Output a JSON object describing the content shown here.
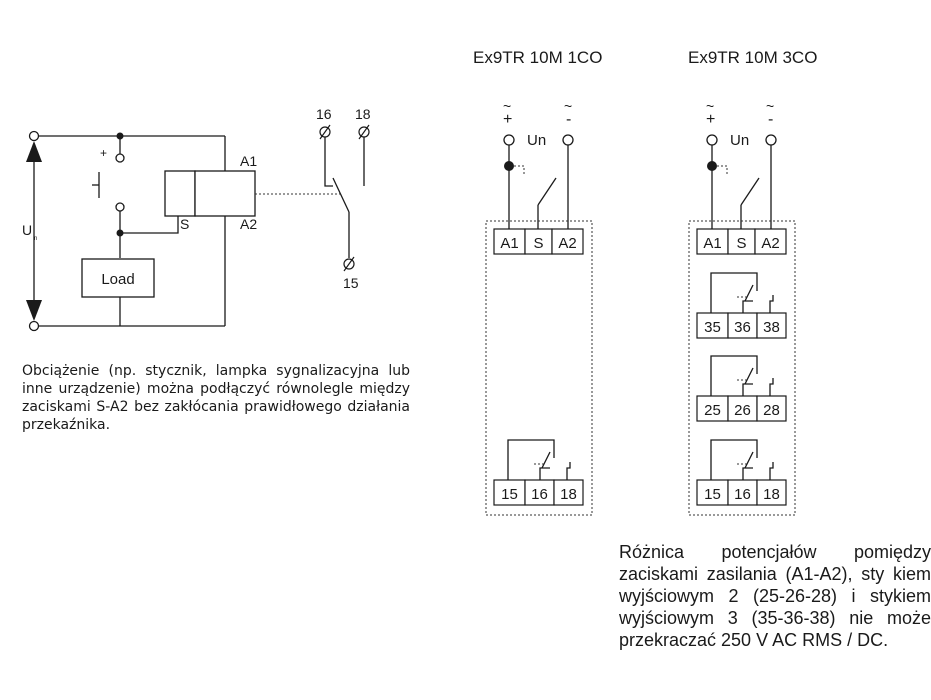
{
  "circuit": {
    "terminal_A1": "A1",
    "terminal_A2": "A2",
    "terminal_S": "S",
    "supply_symbol": "U",
    "supply_subscript": "n",
    "plus_sign": "+",
    "load_label": "Load",
    "contact_16": "16",
    "contact_18": "18",
    "contact_15": "15"
  },
  "description_left": "Obciążenie (np. stycznik, lampka sygnalizacyjna lub inne urządzenie) można podłączyć równolegle między zaciskami S-A2 bez zakłócania prawidłowego działania przekaźnika.",
  "module_1co": {
    "title": "Ex9TR 10M 1CO",
    "tilde_plus": "~",
    "tilde_minus": "~",
    "plus": "+",
    "minus": "-",
    "un": "Un",
    "top_terminals": [
      "A1",
      "S",
      "A2"
    ],
    "contact_terminals": [
      "15",
      "16",
      "18"
    ]
  },
  "module_3co": {
    "title": "Ex9TR 10M 3CO",
    "tilde_plus": "~",
    "tilde_minus": "~",
    "plus": "+",
    "minus": "-",
    "un": "Un",
    "top_terminals": [
      "A1",
      "S",
      "A2"
    ],
    "contact_groups": [
      [
        "35",
        "36",
        "38"
      ],
      [
        "25",
        "26",
        "28"
      ],
      [
        "15",
        "16",
        "18"
      ]
    ]
  },
  "description_right": "Różnica potencjałów pomiędzy zaciskami zasilania (A1-A2), sty kiem wyjściowym 2 (25-26-28) i stykiem wyjściowym 3 (35-36-38) nie może przekraczać 250 V AC RMS / DC."
}
